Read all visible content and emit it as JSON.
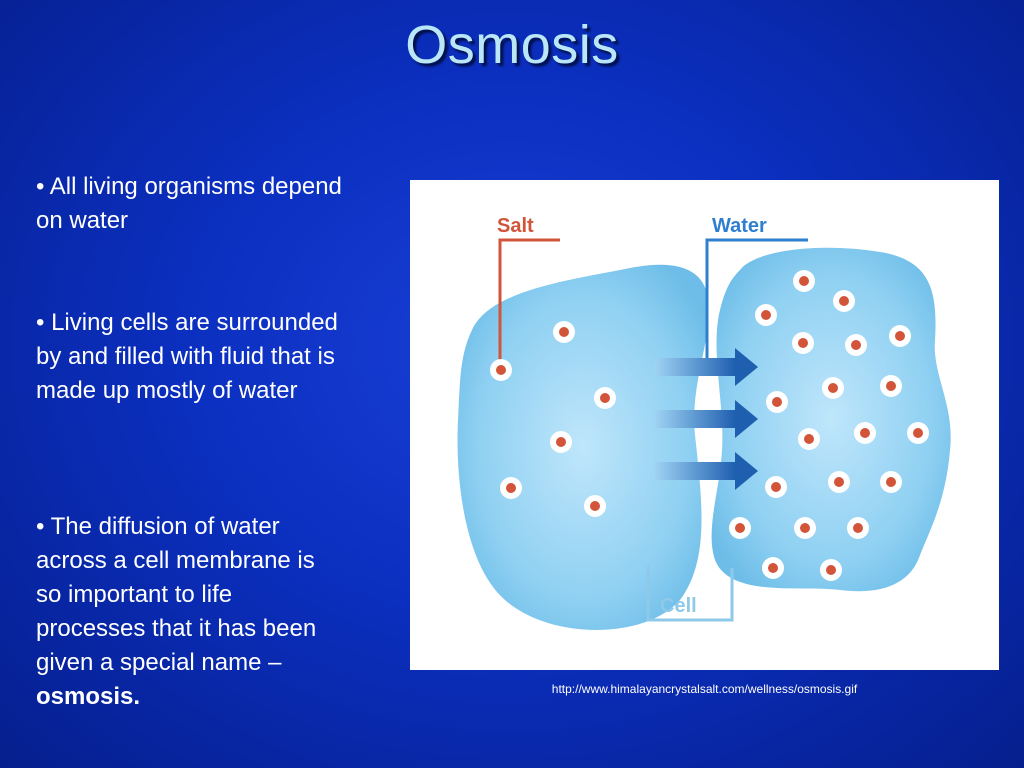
{
  "slide": {
    "title": "Osmosis",
    "bullets": [
      {
        "text": "• All living organisms depend on water"
      },
      {
        "text": "• Living cells are surrounded by and filled with fluid that is made up mostly of  water"
      },
      {
        "text_prefix": "• The diffusion of water across a cell membrane is so important to life processes that it has been given a special name – ",
        "text_bold": "osmosis."
      }
    ]
  },
  "figure": {
    "labels": {
      "salt": "Salt",
      "water": "Water",
      "cell": "Cell"
    },
    "colors": {
      "cell_fill": "#8fd0f2",
      "salt_label": "#d2553a",
      "water_label": "#2f7fcf",
      "cell_label": "#8ec9ea",
      "arrow": "#1f5fb0",
      "particle": "#d2553a"
    }
  },
  "caption": "http://www.himalayancrystalsalt.com/wellness/osmosis.gif"
}
